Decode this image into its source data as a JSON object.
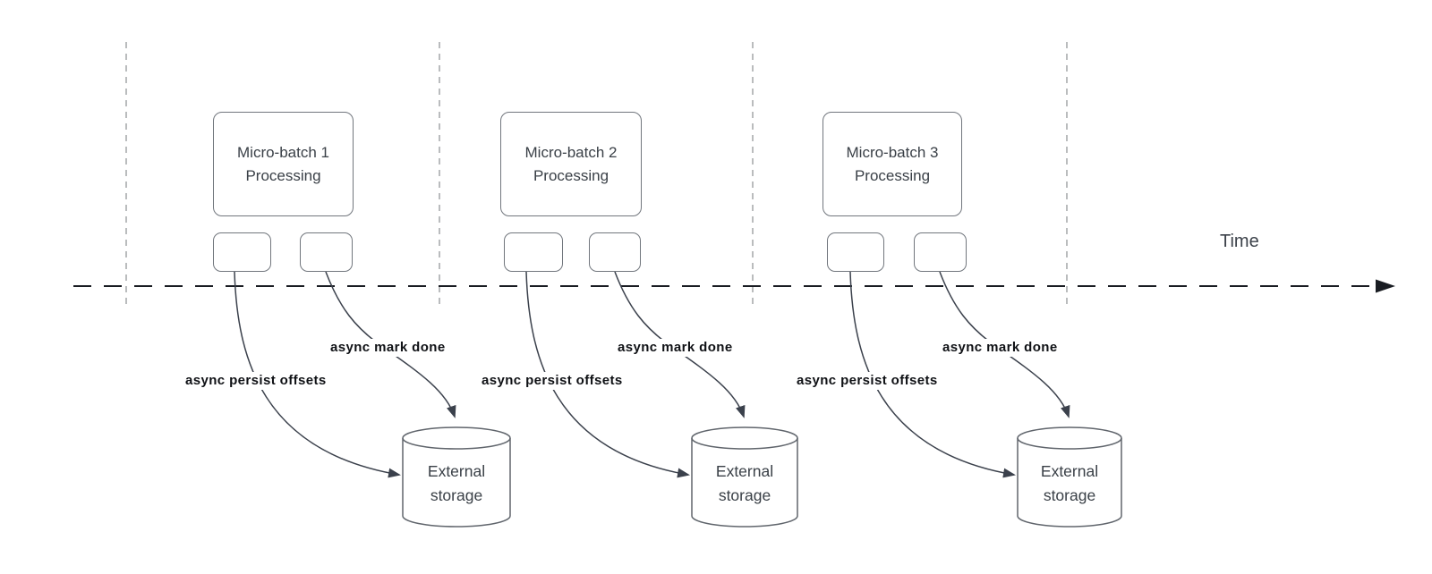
{
  "diagram": {
    "type": "micro-batch streaming timeline",
    "time_axis_label": "Time",
    "colors": {
      "edge_stroke": "#3b414c",
      "shape_border": "#71767d",
      "guide_line": "#a9abad",
      "timeline_stroke": "#191c22",
      "edge_label_text": "#0f1115",
      "shape_text": "#3a4047",
      "background": "#ffffff"
    }
  },
  "batches": [
    {
      "title": "Micro-batch 1 Processing",
      "persist_label": "async persist offsets",
      "mark_done_label": "async mark done",
      "storage_label": "External storage"
    },
    {
      "title": "Micro-batch 2 Processing",
      "persist_label": "async persist offsets",
      "mark_done_label": "async mark done",
      "storage_label": "External storage"
    },
    {
      "title": "Micro-batch 3 Processing",
      "persist_label": "async persist offsets",
      "mark_done_label": "async mark done",
      "storage_label": "External storage"
    }
  ]
}
